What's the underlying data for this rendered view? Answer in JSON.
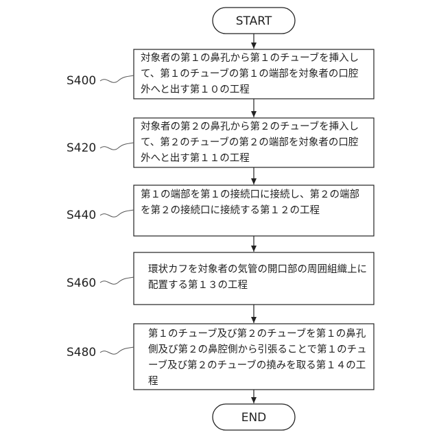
{
  "start_label": "START",
  "end_label": "END",
  "steps": [
    {
      "id": "S400",
      "text": "対象者の第１の鼻孔から第１のチューブを挿入して、第１のチューブの第１の端部を対象者の口腔外へと出す第１０の工程"
    },
    {
      "id": "S420",
      "text": "対象者の第２の鼻孔から第２のチューブを挿入して、第２のチューブの第２の端部を対象者の口腔外へと出す第１１の工程"
    },
    {
      "id": "S440",
      "text": "第１の端部を第１の接続口に接続し、第２の端部を第２の接続口に接続する第１２の工程"
    },
    {
      "id": "S460",
      "text": "環状カフを対象者の気管の開口部の周囲組織上に配置する第１３の工程"
    },
    {
      "id": "S480",
      "text": "第１のチューブ及び第２のチューブを第１の鼻孔側及び第２の鼻腔側から引張ることで第１のチューブ及び第２のチューブの撓みを取る第１４の工程"
    }
  ]
}
